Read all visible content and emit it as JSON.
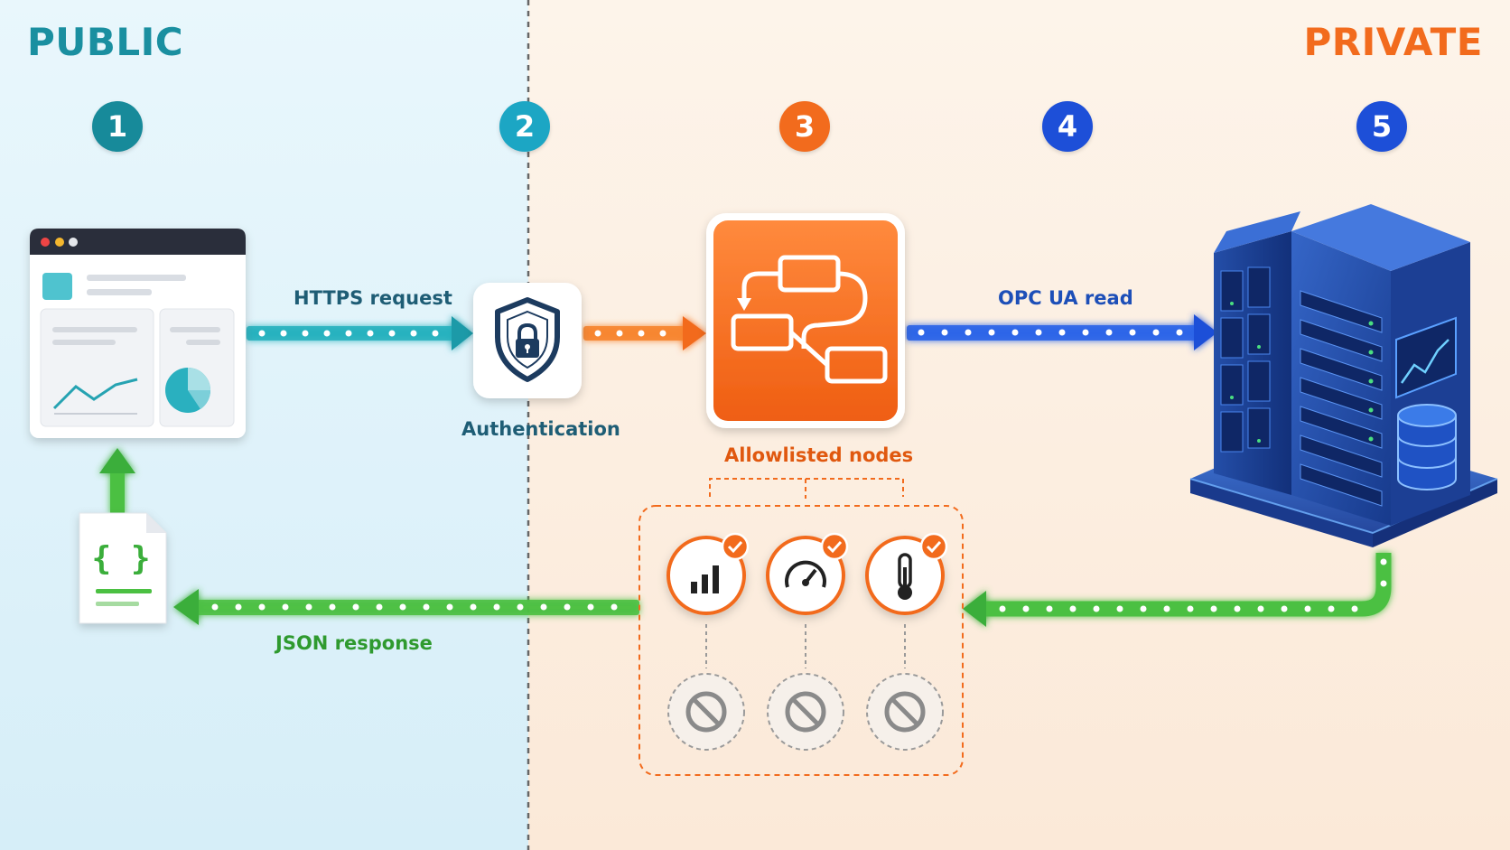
{
  "zones": {
    "public": "PUBLIC",
    "private": "PRIVATE"
  },
  "steps": [
    "1",
    "2",
    "3",
    "4",
    "5"
  ],
  "labels": {
    "https": "HTTPS request",
    "auth": "Authentication",
    "allowlisted": "Allowlisted nodes",
    "opc": "OPC UA read",
    "json": "JSON response"
  },
  "json_icon_text": "{ }",
  "icons": {
    "client": "browser-dashboard-icon",
    "auth": "shield-lock-icon",
    "gateway": "flowchart-icon",
    "server": "server-rack-icon",
    "database": "database-icon",
    "json": "json-document-icon",
    "allowed": [
      "bar-chart-icon",
      "gauge-icon",
      "thermometer-icon"
    ],
    "blocked": [
      "blocked-icon",
      "blocked-icon",
      "blocked-icon"
    ],
    "check": "check-icon"
  },
  "colors": {
    "public_bg": "#e6f5fb",
    "private_bg": "#fdf1e5",
    "teal": "#1a8fa0",
    "cyan": "#1ca6c4",
    "orange": "#f26b1d",
    "blue": "#1d4fd8",
    "green": "#3aae3a"
  }
}
